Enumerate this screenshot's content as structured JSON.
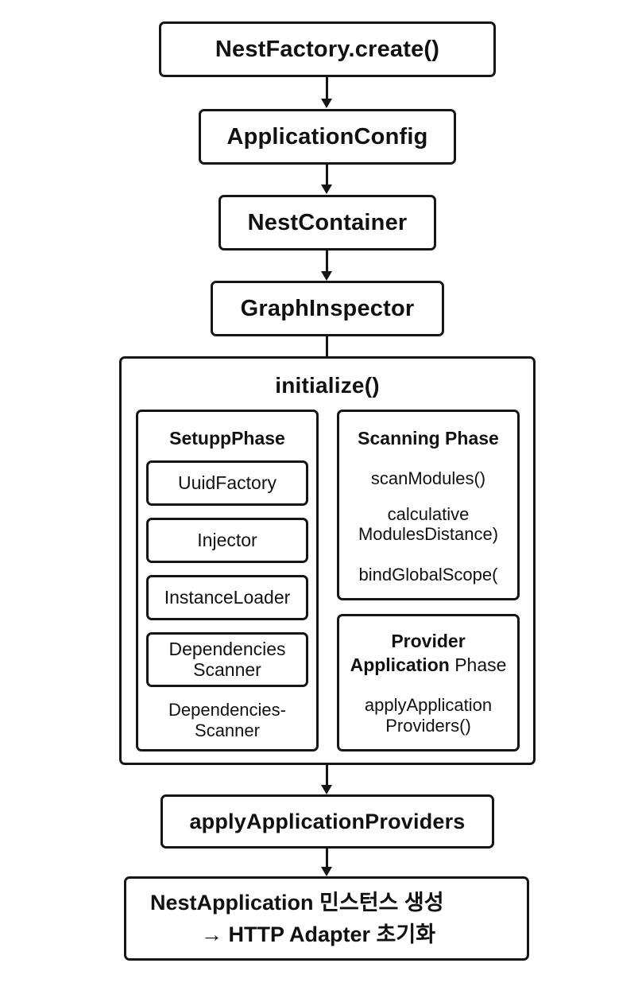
{
  "diagram": {
    "nodes": {
      "nest_factory": "NestFactory.create()",
      "app_config": "ApplicationConfig",
      "nest_container": "NestContainer",
      "graph_inspector": "GraphInspector",
      "initialize": "initialize()",
      "apply_providers": "applyApplicationProviders",
      "final_line1": "NestApplication 민스턴스 생성",
      "final_line2": "→ HTTP Adapter 초기화"
    },
    "setup_phase": {
      "title": "SetuppPhase",
      "items": [
        "UuidFactory",
        "Injector",
        "InstanceLoader",
        "Dependencies\nScanner"
      ],
      "footer": "Dependencies-\nScanner"
    },
    "scanning_phase": {
      "title": "Scanning Phase",
      "items": [
        "scanModules()",
        "calculative\nModulesDistance)",
        "bindGlobalScope("
      ]
    },
    "provider_phase": {
      "title_line1": "Provider",
      "title_line2_bold": "Application",
      "title_line2_rest": " Phase",
      "item": "applyApplication\nProviders()"
    }
  }
}
